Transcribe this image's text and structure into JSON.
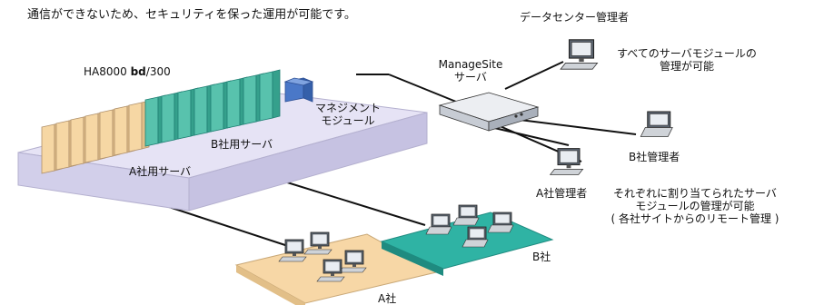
{
  "header": {
    "text": "通信ができないため、セキュリティを保った運用が可能です。"
  },
  "server": {
    "model_prefix": "HA8000 ",
    "model_bold": "bd",
    "model_suffix": "/300"
  },
  "mgmt_module": {
    "line1": "マネジメント",
    "line2": "モジュール"
  },
  "servers": {
    "company_b": "B社用サーバ",
    "company_a": "A社用サーバ"
  },
  "managesite": {
    "line1": "ManageSite",
    "line2": "サーバ"
  },
  "dc_admin": {
    "title": "データセンター管理者",
    "desc_line1": "すべてのサーバモジュールの",
    "desc_line2": "管理が可能"
  },
  "b_admin": {
    "label": "B社管理者"
  },
  "a_admin": {
    "label": "A社管理者"
  },
  "tenant_desc": {
    "line1": "それぞれに割り当てられたサーバ",
    "line2": "モジュールの管理が可能",
    "line3": "( 各社サイトからのリモート管理 )"
  },
  "sites": {
    "company_a": "A社",
    "company_b": "B社"
  },
  "colors": {
    "enclosure": "#e6e3f5",
    "blade_a": "#f6d7a4",
    "blade_b": "#58c2ad",
    "mgmt_block": "#4a78c8",
    "site_a": "#f7d7a6",
    "site_b": "#2fb3a4"
  }
}
